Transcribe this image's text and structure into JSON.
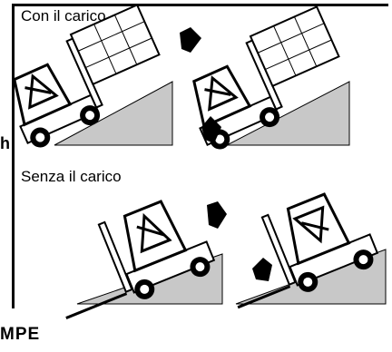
{
  "section_with_load": "Con il carico",
  "section_without_load": "Senza il carico",
  "partial_left_letter": "h",
  "footer_partial": "MPE",
  "icons": [
    "forklift-uphill-loaded-forward-icon",
    "forklift-uphill-loaded-reverse-icon",
    "forklift-uphill-empty-forward-icon",
    "forklift-downhill-empty-reverse-icon",
    "prohibited-triangle-icon",
    "direction-arrow-icon"
  ]
}
